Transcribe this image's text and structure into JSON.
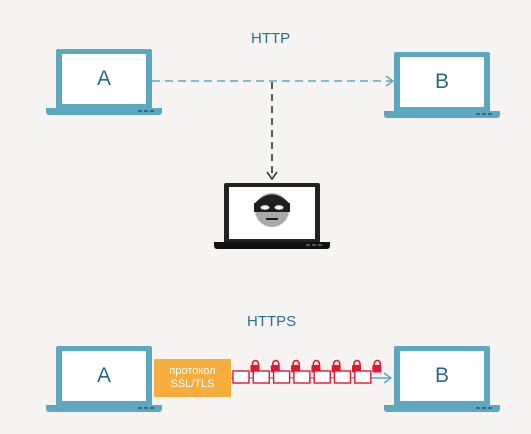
{
  "http": {
    "title": "HTTP",
    "laptop_a_label": "A",
    "laptop_b_label": "B"
  },
  "https": {
    "title": "HTTPS",
    "laptop_a_label": "A",
    "laptop_b_label": "B",
    "protocol_line1": "протокол",
    "protocol_line2": "SSL/TLS",
    "lock_count": 7
  },
  "colors": {
    "accent": "#5da8bf",
    "text": "#2c6f88",
    "protocol": "#f5ad3d",
    "lock": "#e2162e",
    "attacker": "#222222"
  },
  "icons": {
    "attacker": "hacker-mask-icon",
    "lock": "padlock-icon"
  }
}
